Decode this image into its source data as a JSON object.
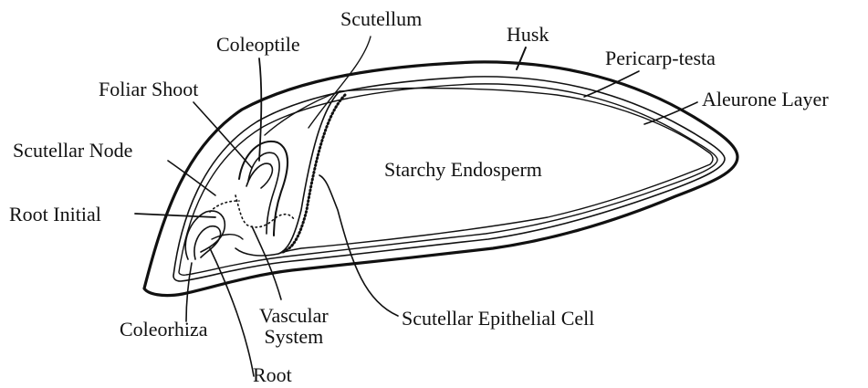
{
  "labels": {
    "scutellum": "Scutellum",
    "husk": "Husk",
    "coleoptile": "Coleoptile",
    "pericarp_testa": "Pericarp-testa",
    "aleurone_layer": "Aleurone Layer",
    "foliar_shoot": "Foliar Shoot",
    "scutellar_node": "Scutellar Node",
    "starchy_endosperm": "Starchy Endosperm",
    "root_initial": "Root Initial",
    "vascular_system_line1": "Vascular",
    "vascular_system_line2": "System",
    "scutellar_epithelial_cell": "Scutellar Epithelial Cell",
    "coleorhiza": "Coleorhiza",
    "root": "Root"
  },
  "colors": {
    "ink": "#111111",
    "background": "#ffffff"
  }
}
